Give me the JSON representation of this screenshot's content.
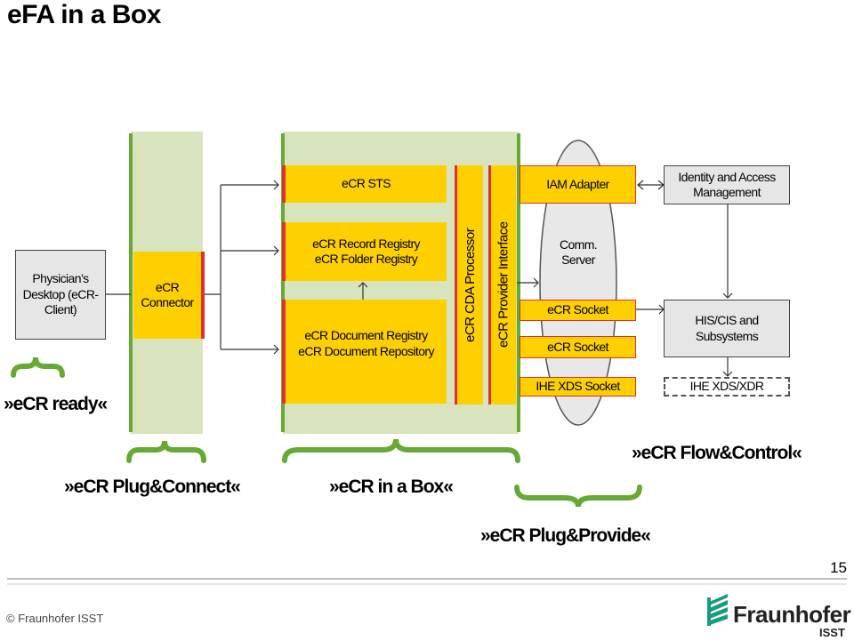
{
  "title": "eFA in a Box",
  "page_number": "15",
  "footer": "© Fraunhofer ISST",
  "logo": {
    "name": "Fraunhofer",
    "sub": "ISST"
  },
  "boxes": {
    "physicians_desktop": "Physician’s Desktop (eCR-Client)",
    "ecr_connector": "eCR Connector",
    "ecr_sts": "eCR STS",
    "record_registry": "eCR Record Registry\neCR Folder Registry",
    "document_registry": "eCR Document Registry\neCR Document Repository",
    "cda_processor": "eCR CDA Processor",
    "provider_interface": "eCR Provider Interface",
    "iam_adapter": "IAM Adapter",
    "identity_access": "Identity and Access Management",
    "comm_server": "Comm. Server",
    "ecr_socket_1": "eCR Socket",
    "ecr_socket_2": "eCR Socket",
    "ihe_xds_socket": "IHE XDS Socket",
    "his_cis": "HIS/CIS and Subsystems",
    "ihe_xds_xdr": "IHE XDS/XDR"
  },
  "labels": {
    "ecr_ready": "»eCR ready«",
    "plug_connect": "»eCR Plug&Connect«",
    "in_a_box": "»eCR in a Box«",
    "plug_provide": "»eCR Plug&Provide«",
    "flow_control": "»eCR Flow&Control«"
  },
  "colors": {
    "green_panel": "#d7e4bd",
    "green_bar": "#66aa33",
    "yellow": "#ffd000",
    "red_border": "#e03030",
    "grey_box": "#e6e6e6",
    "logo_green": "#179c7d"
  }
}
